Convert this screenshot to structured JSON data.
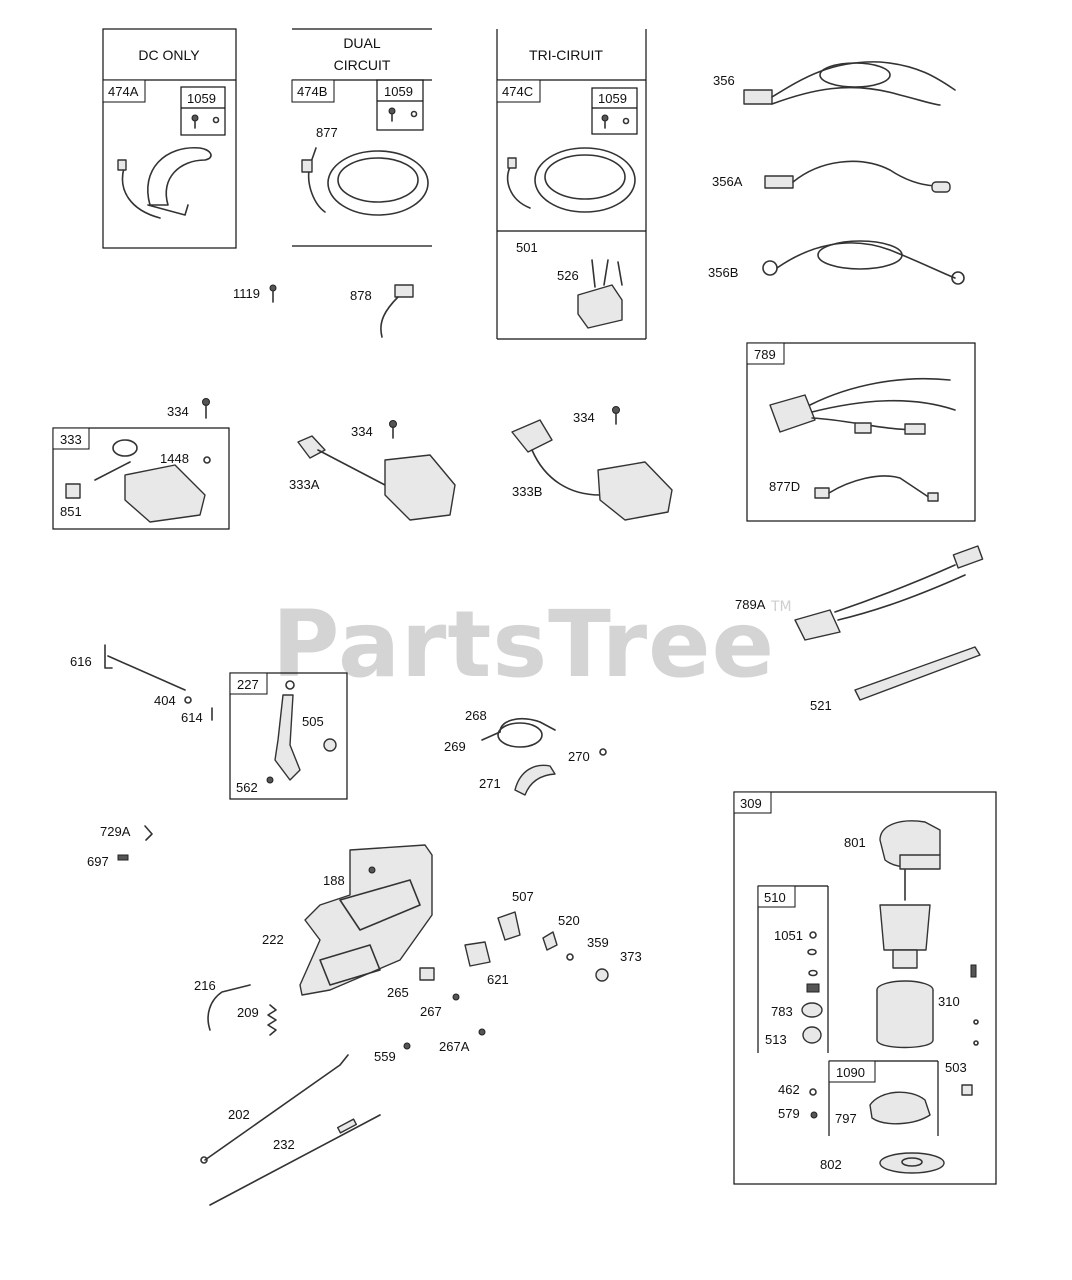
{
  "watermark": {
    "text": "PartsTree",
    "trademark": "TM"
  },
  "groups": {
    "dc_only": {
      "header": "DC ONLY",
      "tag": "474A",
      "subtag": "1059"
    },
    "dual_circuit": {
      "header_line1": "DUAL",
      "header_line2": "CIRCUIT",
      "tag": "474B",
      "subtag": "1059",
      "part_877": "877"
    },
    "tri_circuit": {
      "header": "TRI-CIRUIT",
      "tag": "474C",
      "subtag": "1059",
      "part_501": "501",
      "part_526": "526"
    },
    "g333": {
      "tag": "333",
      "p1448": "1448",
      "p851": "851"
    },
    "g789": {
      "tag": "789",
      "p877d": "877D"
    },
    "g227": {
      "tag": "227",
      "p505": "505",
      "p562": "562"
    },
    "g309": {
      "tag": "309",
      "p801": "801",
      "p310": "310",
      "p503": "503",
      "p802": "802",
      "p462": "462",
      "p579": "579"
    },
    "g510": {
      "tag": "510",
      "p1051": "1051",
      "p783": "783",
      "p513": "513"
    },
    "g1090": {
      "tag": "1090",
      "p797": "797"
    }
  },
  "parts": {
    "p1119": "1119",
    "p878": "878",
    "p356": "356",
    "p356a": "356A",
    "p356b": "356B",
    "p334a": "334",
    "p334b": "334",
    "p334c": "334",
    "p333a": "333A",
    "p333b": "333B",
    "p789a": "789A",
    "p521": "521",
    "p616": "616",
    "p404": "404",
    "p614": "614",
    "p268": "268",
    "p269": "269",
    "p270": "270",
    "p271": "271",
    "p729a": "729A",
    "p697": "697",
    "p188": "188",
    "p222": "222",
    "p216": "216",
    "p209": "209",
    "p265": "265",
    "p267": "267",
    "p267a": "267A",
    "p559": "559",
    "p507": "507",
    "p520": "520",
    "p359": "359",
    "p373": "373",
    "p621": "621",
    "p202": "202",
    "p232": "232"
  }
}
